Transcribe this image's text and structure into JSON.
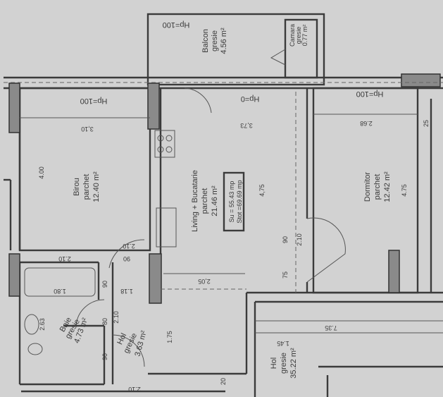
{
  "rooms": {
    "balcon": {
      "name": "Balcon",
      "floor": "gresie",
      "area": "4.56 m²",
      "hp": "Hp=100"
    },
    "camara": {
      "name": "Camara",
      "floor": "gresie",
      "area": "0.77 m²"
    },
    "birou": {
      "name": "Birou",
      "floor": "parchet",
      "area": "12.40 m²",
      "hp": "Hp=100",
      "width": "3,10",
      "length": "4.00"
    },
    "living": {
      "name": "Living + Bucatarie",
      "floor": "parchet",
      "area": "21.46 m²",
      "hp": "Hp=0",
      "width": "3,73",
      "length": "4,75"
    },
    "dormitor": {
      "name": "Dormitor",
      "floor": "parchet",
      "area": "12.42 m²",
      "hp": "Hp=100",
      "width": "2.68",
      "length": "4.75"
    },
    "baie": {
      "name": "Baie",
      "floor": "gresie",
      "area": "4.73 m²",
      "width": "2.63",
      "tub": "1.80"
    },
    "hol_small": {
      "name": "Hol",
      "floor": "gresie",
      "area": "3.63 m²",
      "length": "1.75"
    },
    "hol_big": {
      "name": "Hol",
      "floor": "gresie",
      "area": "35.22 m²",
      "extra": "1.45"
    }
  },
  "totals": {
    "su": "Su = 55.43 mp",
    "stot": "Stot =69.69 mp"
  },
  "dimensions": {
    "door_living_h": "2.10",
    "door_living_w": "90",
    "door_living_sill": "75",
    "living_lower": "2,05",
    "birou_door_h": "2.10",
    "birou_door_w": "90",
    "baie_top": "2.10",
    "baie_door_w": "90",
    "hol_width": "1.18",
    "baie_door2_w": "80",
    "hol_door_h": "2.10",
    "hol_door_w": "90",
    "entrance_h": "2.10",
    "corridor_len": "7.35",
    "right_wall": "25",
    "bottom_wall": "20"
  },
  "colors": {
    "paper": "#d2d2d2",
    "ink": "#3b3b3b"
  }
}
